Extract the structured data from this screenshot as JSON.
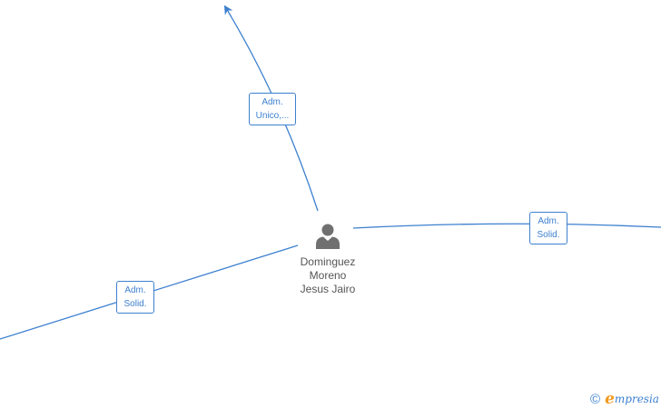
{
  "colors": {
    "edge": "#3d80cf",
    "label_text": "#3d80cf",
    "person_icon": "#707070",
    "person_text": "#555555",
    "brand_accent": "#f39a1e"
  },
  "center_node": {
    "icon": "person-icon",
    "name_lines": [
      "Dominguez",
      "Moreno",
      "Jesus Jairo"
    ]
  },
  "relations": [
    {
      "label_lines": [
        "Adm.",
        "Unico,..."
      ]
    },
    {
      "label_lines": [
        "Adm.",
        "Solid."
      ]
    },
    {
      "label_lines": [
        "Adm.",
        "Solid."
      ]
    }
  ],
  "branding": {
    "copyright_symbol": "©",
    "logo_initial": "e",
    "logo_rest": "mpresia"
  }
}
